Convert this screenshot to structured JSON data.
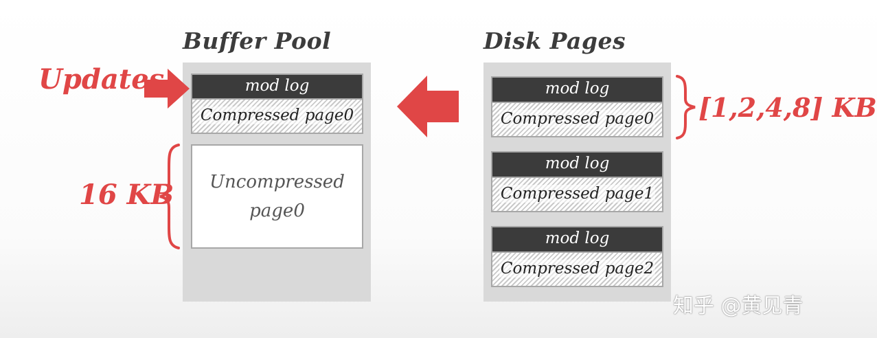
{
  "buffer_pool": {
    "title": "Buffer Pool",
    "mod_log": "mod log",
    "compressed_page": "Compressed page0",
    "uncompressed_line1": "Uncompressed",
    "uncompressed_line2": "page0"
  },
  "disk_pages": {
    "title": "Disk Pages",
    "pages": [
      {
        "mod_log": "mod log",
        "compressed": "Compressed page0"
      },
      {
        "mod_log": "mod log",
        "compressed": "Compressed page1"
      },
      {
        "mod_log": "mod log",
        "compressed": "Compressed page2"
      }
    ]
  },
  "annotations": {
    "updates": "Updates",
    "size_16kb": "16 KB",
    "sizes_kb": "[1,2,4,8] KB"
  },
  "watermark": "知乎 @黄见青",
  "colors": {
    "accent_red": "#e04646",
    "panel_gray": "#d9d9d9",
    "log_dark": "#3b3b3b"
  }
}
